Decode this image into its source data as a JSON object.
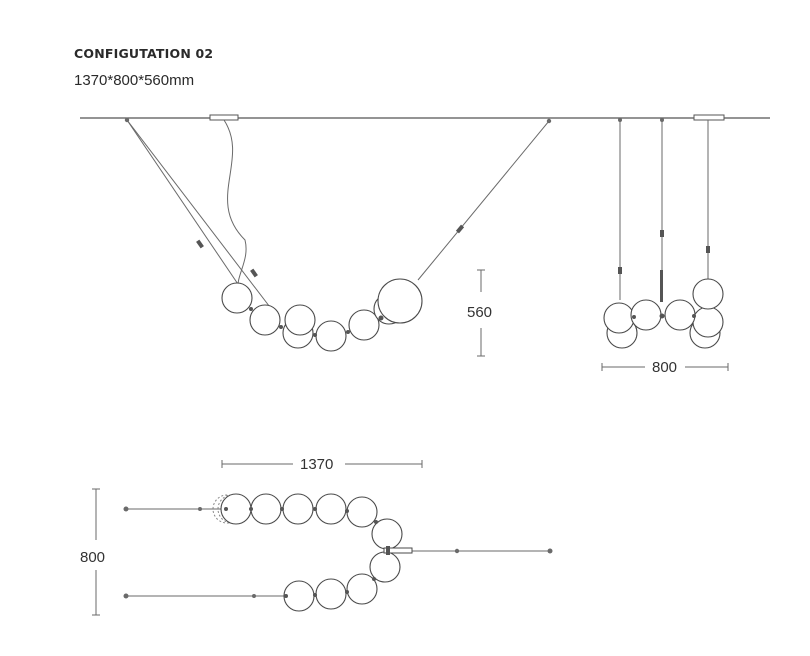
{
  "header": {
    "title": "CONFIGUTATION 02",
    "subtitle": "1370*800*560mm"
  },
  "dimensions": {
    "front_height": "560",
    "side_width": "800",
    "plan_length": "1370",
    "plan_depth": "800"
  },
  "colors": {
    "line": "#6a6a6a",
    "outline": "#4a4a4a",
    "background": "#ffffff"
  }
}
